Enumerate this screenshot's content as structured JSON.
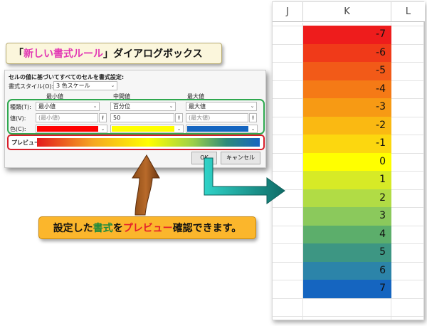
{
  "title_label": {
    "open_bracket": "「",
    "highlight": "新しい書式ルール",
    "close_bracket": "」",
    "rest": "ダイアログボックス"
  },
  "dialog": {
    "heading": "セルの値に基づいてすべてのセルを書式設定:",
    "style_label": "書式スタイル(O):",
    "style_value": "3 色スケール",
    "col_min": "最小値",
    "col_mid": "中間値",
    "col_max": "最大値",
    "row_type": "種類(T):",
    "row_value": "値(V):",
    "row_color": "色(C):",
    "min_type": "最小値",
    "mid_type": "百分位",
    "max_type": "最大値",
    "min_value": "(最小値)",
    "mid_value": "50",
    "max_value": "(最大値)",
    "ref_icon": "⭱",
    "min_color": "#ff0000",
    "mid_color": "#ffff00",
    "max_color": "#1565c0",
    "preview_label": "プレビュー:",
    "ok_label": "OK",
    "cancel_label": "キャンセル"
  },
  "caption": {
    "p1": "設定した",
    "p2": "書式",
    "p3": "を",
    "p4": "プレビュー",
    "p5": "確認できます。"
  },
  "sheet": {
    "col_j": "J",
    "col_k": "K",
    "col_l": "L",
    "cells": [
      "-7",
      "-6",
      "-5",
      "-4",
      "-3",
      "-2",
      "-1",
      "0",
      "1",
      "2",
      "3",
      "4",
      "5",
      "6",
      "7"
    ],
    "colors": [
      "#ee1c1c",
      "#f03a19",
      "#f25a18",
      "#f57a16",
      "#f79a14",
      "#fab912",
      "#fcd70f",
      "#ffff00",
      "#d7ea26",
      "#b1dc45",
      "#8bc95c",
      "#5cae6b",
      "#3d9683",
      "#2c84a9",
      "#1565c0"
    ]
  }
}
